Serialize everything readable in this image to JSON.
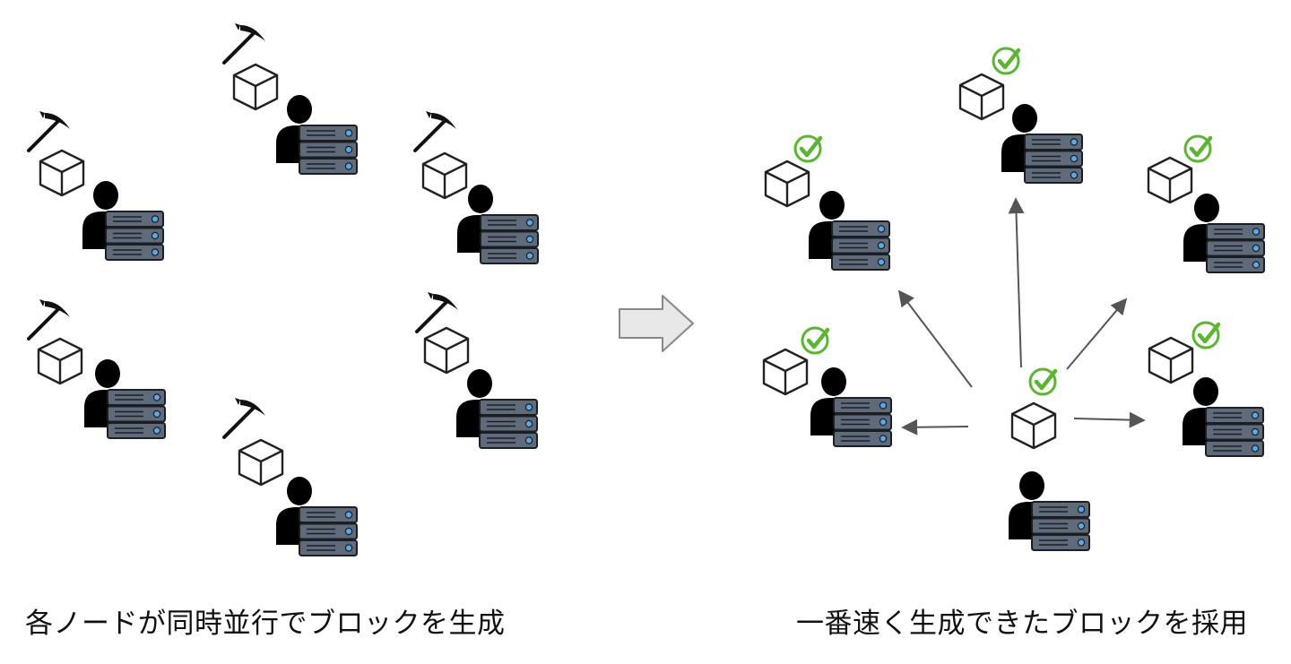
{
  "captions": {
    "left": "各ノードが同時並行でブロックを生成",
    "right": "一番速く生成できたブロックを採用"
  },
  "colors": {
    "server_fill": "#5f6b7a",
    "server_light": "#79889a",
    "led": "#5aa9e6",
    "check": "#5bb532",
    "arrow": "#555555",
    "transition_arrow_fill": "#e8e8e8",
    "transition_arrow_stroke": "#888888"
  },
  "icons": {
    "node": "miner-with-server-icon",
    "block": "cube-icon",
    "mining": "pickaxe-icon",
    "accepted": "checkmark-circle-icon",
    "transition": "right-arrow-icon"
  },
  "left_panel": {
    "nodes": [
      {
        "name": "mining-node-1",
        "block": true,
        "pickaxe": true
      },
      {
        "name": "mining-node-2",
        "block": true,
        "pickaxe": true
      },
      {
        "name": "mining-node-3",
        "block": true,
        "pickaxe": true
      },
      {
        "name": "mining-node-4",
        "block": true,
        "pickaxe": true
      },
      {
        "name": "mining-node-5",
        "block": true,
        "pickaxe": true
      },
      {
        "name": "mining-node-6",
        "block": true,
        "pickaxe": true
      }
    ]
  },
  "right_panel": {
    "source_node": {
      "name": "winning-node",
      "block": true,
      "check": true
    },
    "receiving_nodes": [
      {
        "name": "receiving-node-1",
        "block": true,
        "check": true
      },
      {
        "name": "receiving-node-2",
        "block": true,
        "check": true
      },
      {
        "name": "receiving-node-3",
        "block": true,
        "check": true
      },
      {
        "name": "receiving-node-4",
        "block": true,
        "check": true
      },
      {
        "name": "receiving-node-5",
        "block": true,
        "check": true
      }
    ]
  }
}
